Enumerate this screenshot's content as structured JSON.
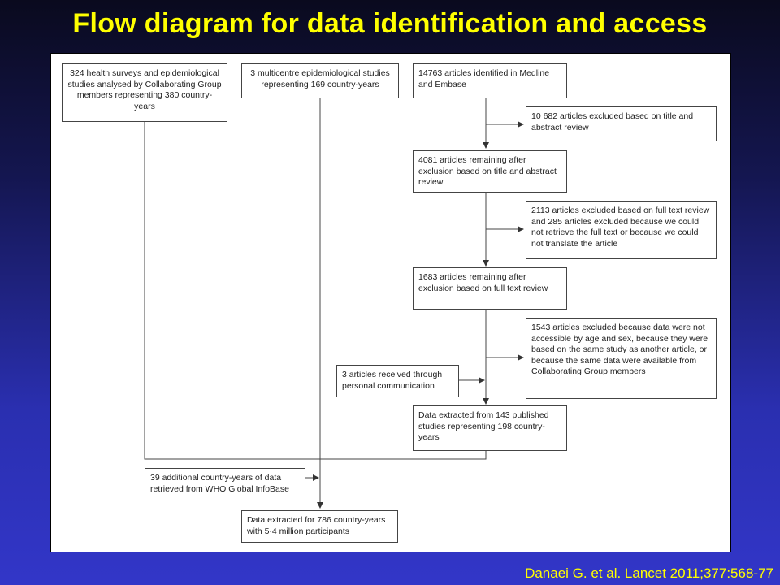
{
  "slide": {
    "title": "Flow diagram for data identification and access",
    "citation": "Danaei G. et al. Lancet 2011;377:568-77"
  },
  "diagram": {
    "boxes": {
      "health_surveys": "324 health surveys and epidemiological studies analysed by Collaborating Group members representing 380 country-years",
      "multicentre": "3 multicentre epidemiological studies representing 169 country-years",
      "identified": "14763 articles identified in Medline and Embase",
      "excluded_title": "10 682 articles excluded based on title and abstract review",
      "remaining_title": "4081 articles remaining after exclusion based on title and abstract review",
      "excluded_full": "2113 articles excluded based on full text review and 285 articles excluded because we could not retrieve the full text or because we could not translate the article",
      "remaining_full": "1683 articles remaining after exclusion based on full text review",
      "excluded_access": "1543 articles excluded because data were not accessible by age and sex, because they were based on the same study as another article, or because the same data were available from Collaborating Group members",
      "personal_comm": "3 articles received through personal communication",
      "extracted_published": "Data extracted from 143 published studies representing 198 country-years",
      "who_additional": "39 additional country-years of data retrieved from WHO Global InfoBase",
      "final": "Data extracted for 786 country-years with 5·4 million participants"
    }
  }
}
